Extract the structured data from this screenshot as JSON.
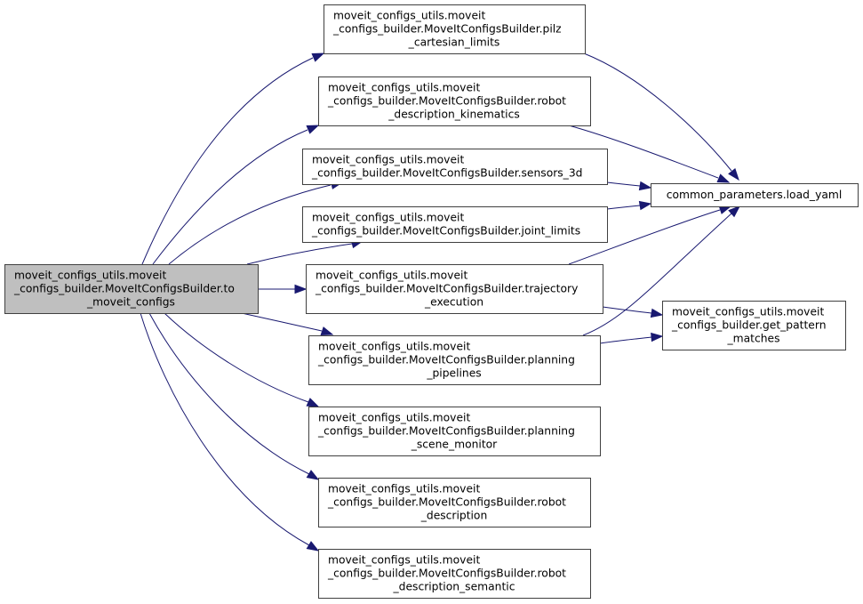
{
  "graph": {
    "type": "call-graph",
    "edge_color": "#191970",
    "root_fill": "#bfbfbf",
    "node_fill": "#ffffff",
    "nodes": [
      {
        "id": "to_moveit_configs",
        "root": true,
        "lines": [
          "moveit_configs_utils.moveit",
          "_configs_builder.MoveItConfigsBuilder.to",
          "_moveit_configs"
        ]
      },
      {
        "id": "pilz_cartesian_limits",
        "lines": [
          "moveit_configs_utils.moveit",
          "_configs_builder.MoveItConfigsBuilder.pilz",
          "_cartesian_limits"
        ]
      },
      {
        "id": "robot_description_kinematics",
        "lines": [
          "moveit_configs_utils.moveit",
          "_configs_builder.MoveItConfigsBuilder.robot",
          "_description_kinematics"
        ]
      },
      {
        "id": "sensors_3d",
        "lines": [
          "moveit_configs_utils.moveit",
          "_configs_builder.MoveItConfigsBuilder.sensors_3d"
        ]
      },
      {
        "id": "joint_limits",
        "lines": [
          "moveit_configs_utils.moveit",
          "_configs_builder.MoveItConfigsBuilder.joint_limits"
        ]
      },
      {
        "id": "trajectory_execution",
        "lines": [
          "moveit_configs_utils.moveit",
          "_configs_builder.MoveItConfigsBuilder.trajectory",
          "_execution"
        ]
      },
      {
        "id": "planning_pipelines",
        "lines": [
          "moveit_configs_utils.moveit",
          "_configs_builder.MoveItConfigsBuilder.planning",
          "_pipelines"
        ]
      },
      {
        "id": "planning_scene_monitor",
        "lines": [
          "moveit_configs_utils.moveit",
          "_configs_builder.MoveItConfigsBuilder.planning",
          "_scene_monitor"
        ]
      },
      {
        "id": "robot_description",
        "lines": [
          "moveit_configs_utils.moveit",
          "_configs_builder.MoveItConfigsBuilder.robot",
          "_description"
        ]
      },
      {
        "id": "robot_description_semantic",
        "lines": [
          "moveit_configs_utils.moveit",
          "_configs_builder.MoveItConfigsBuilder.robot",
          "_description_semantic"
        ]
      },
      {
        "id": "load_yaml",
        "lines": [
          "common_parameters.load_yaml"
        ]
      },
      {
        "id": "get_pattern_matches",
        "lines": [
          "moveit_configs_utils.moveit",
          "_configs_builder.get_pattern",
          "_matches"
        ]
      }
    ],
    "edges": [
      {
        "from": "to_moveit_configs",
        "to": "pilz_cartesian_limits"
      },
      {
        "from": "to_moveit_configs",
        "to": "robot_description_kinematics"
      },
      {
        "from": "to_moveit_configs",
        "to": "sensors_3d"
      },
      {
        "from": "to_moveit_configs",
        "to": "joint_limits"
      },
      {
        "from": "to_moveit_configs",
        "to": "trajectory_execution"
      },
      {
        "from": "to_moveit_configs",
        "to": "planning_pipelines"
      },
      {
        "from": "to_moveit_configs",
        "to": "planning_scene_monitor"
      },
      {
        "from": "to_moveit_configs",
        "to": "robot_description"
      },
      {
        "from": "to_moveit_configs",
        "to": "robot_description_semantic"
      },
      {
        "from": "pilz_cartesian_limits",
        "to": "load_yaml"
      },
      {
        "from": "robot_description_kinematics",
        "to": "load_yaml"
      },
      {
        "from": "sensors_3d",
        "to": "load_yaml"
      },
      {
        "from": "joint_limits",
        "to": "load_yaml"
      },
      {
        "from": "trajectory_execution",
        "to": "load_yaml"
      },
      {
        "from": "planning_pipelines",
        "to": "load_yaml"
      },
      {
        "from": "trajectory_execution",
        "to": "get_pattern_matches"
      },
      {
        "from": "planning_pipelines",
        "to": "get_pattern_matches"
      }
    ]
  }
}
